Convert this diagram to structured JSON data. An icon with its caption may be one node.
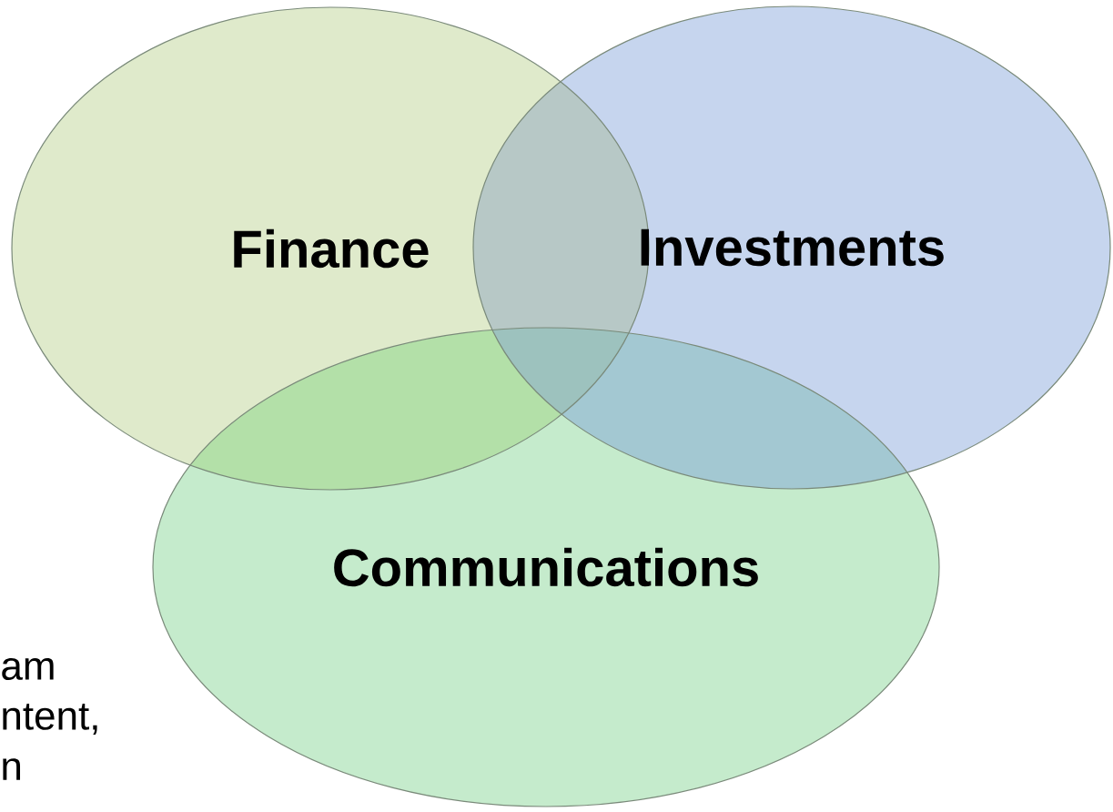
{
  "diagram": {
    "nodes": [
      {
        "text": [
          "Finance"
        ]
      },
      {
        "text": [
          "Investments"
        ]
      },
      {
        "text": [
          "Communications"
        ]
      }
    ],
    "labels": [
      "am",
      "ntent,",
      "n"
    ]
  }
}
